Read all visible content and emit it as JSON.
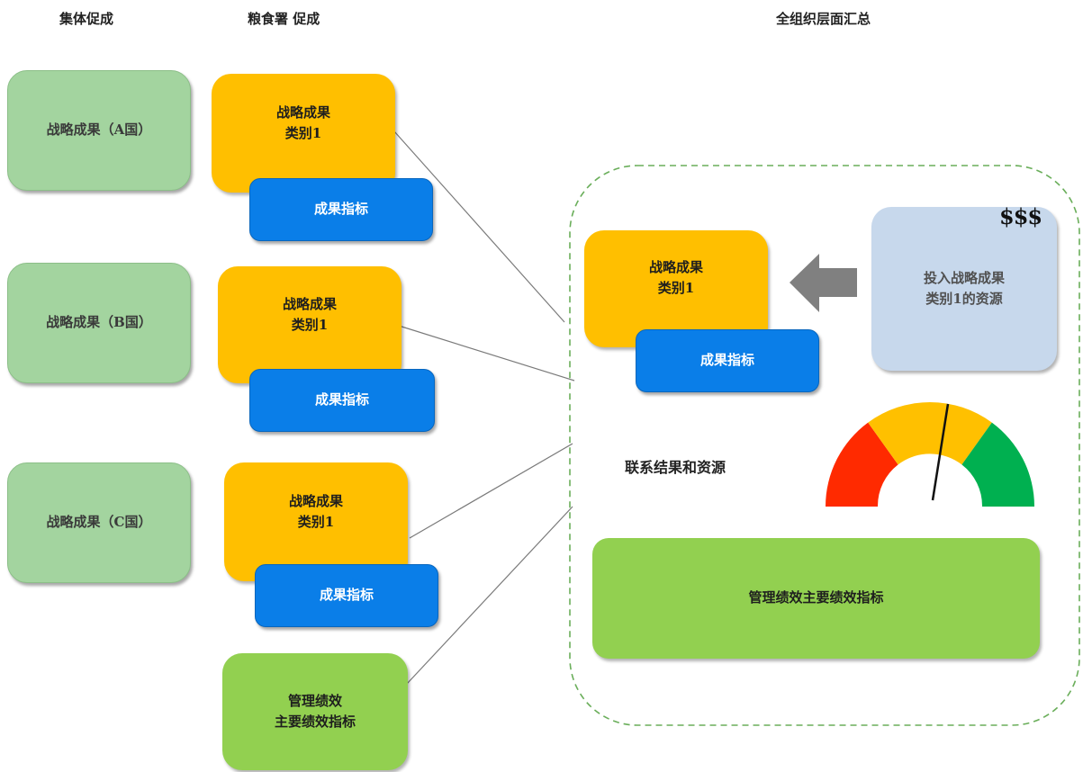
{
  "headers": {
    "collective": "集体促成",
    "granary": "粮食署 促成",
    "org_summary": "全组织层面汇总"
  },
  "countries": [
    {
      "label": "战略成果（A国）"
    },
    {
      "label": "战略成果（B国）"
    },
    {
      "label": "战略成果（C国）"
    }
  ],
  "outcome_groups": [
    {
      "category": "战略成果\n类别1",
      "indicator": "成果指标"
    },
    {
      "category": "战略成果\n类别1",
      "indicator": "成果指标"
    },
    {
      "category": "战略成果\n类别1",
      "indicator": "成果指标"
    }
  ],
  "management_kpi_small": "管理绩效\n主要绩效指标",
  "summary": {
    "category": "战略成果\n类别1",
    "indicator": "成果指标",
    "resources": "投入战略成果\n类别1的资源",
    "dollar": "$$$",
    "link_label": "联系结果和资源",
    "management_kpi": "管理绩效主要绩效指标"
  },
  "colors": {
    "country_green": "#a3d49f",
    "orange": "#ffbf00",
    "blue": "#0a7ee8",
    "kpi_green": "#92d050",
    "resource_blue": "#c7d8ec",
    "gauge_red": "#ff2a00",
    "gauge_yellow": "#ffc000",
    "gauge_green": "#00b050",
    "dashed_border": "#6aae5a",
    "arrow_gray": "#808080"
  }
}
